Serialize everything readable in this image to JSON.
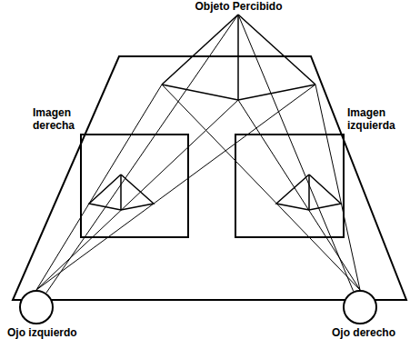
{
  "diagram": {
    "nodes": [
      {
        "text": [
          "Objeto Percibido"
        ]
      },
      {
        "text": [
          "Imagen derecha"
        ]
      },
      {
        "text": [
          "Imagen izquierda"
        ]
      },
      {
        "text": [
          "Ojo izquierdo"
        ]
      },
      {
        "text": [
          "Ojo derecho"
        ]
      }
    ],
    "edges": [
      {
        "from": 3,
        "to": 0,
        "arrow": "none"
      },
      {
        "from": 4,
        "to": 0,
        "arrow": "none"
      }
    ]
  }
}
